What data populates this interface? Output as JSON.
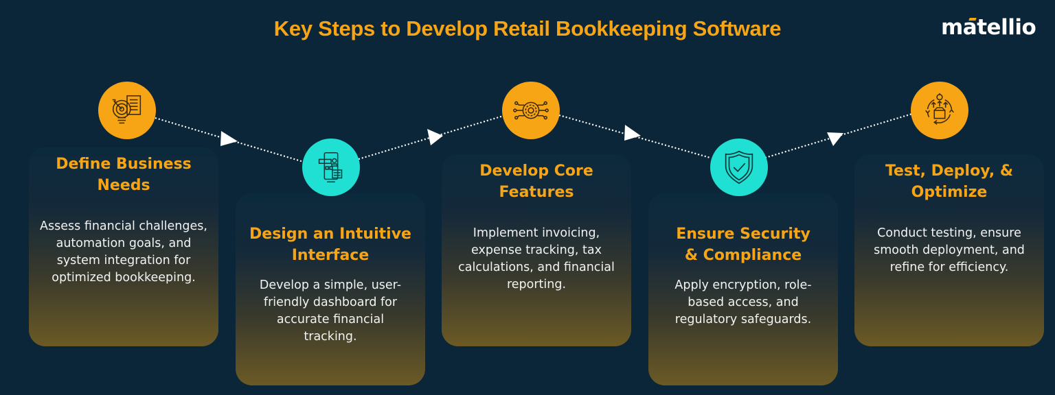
{
  "header": {
    "title": "Key Steps to Develop Retail Bookkeeping Software",
    "logo": "matellio"
  },
  "colors": {
    "background": "#0b2639",
    "accent_orange": "#f7a515",
    "accent_teal": "#1fe0d2",
    "body_text": "#f3f3f3"
  },
  "steps": [
    {
      "title": "Define Business Needs",
      "description": "Assess financial challenges, automation goals, and system integration for optimized bookkeeping.",
      "icon": "target-idea-document-icon",
      "circle_color": "orange"
    },
    {
      "title": "Design an Intuitive Interface",
      "description": "Develop a simple, user-friendly dashboard for accurate financial tracking.",
      "icon": "ui-design-icon",
      "circle_color": "teal"
    },
    {
      "title": "Develop Core Features",
      "description": "Implement invoicing, expense tracking, tax calculations, and financial reporting.",
      "icon": "gear-circuit-icon",
      "circle_color": "orange"
    },
    {
      "title": "Ensure Security & Compliance",
      "description": "Apply encryption, role-based access, and regulatory safeguards.",
      "icon": "shield-check-icon",
      "circle_color": "teal"
    },
    {
      "title": "Test, Deploy, & Optimize",
      "description": "Conduct testing, ensure smooth deployment, and refine for efficiency.",
      "icon": "deploy-cycle-icon",
      "circle_color": "orange"
    }
  ]
}
